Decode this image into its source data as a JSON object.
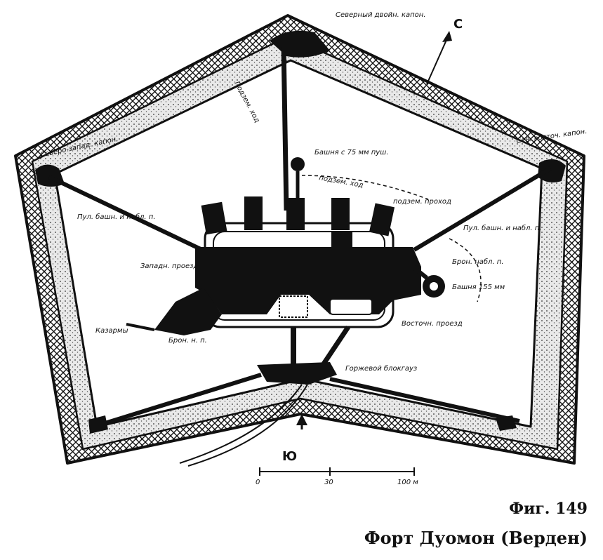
{
  "labels": {
    "north_capon": "Северный двойн. капон.",
    "north_arrow": "С",
    "nw_capon": "Северо-запад. капон.",
    "ne_capon": "Сев. восточ. капон.",
    "turret_75": "Башня с 75 мм пуш.",
    "underground_gallery": "Подзем. ход",
    "gallery_upper": "подзем. ход",
    "gallery_right": "подзем. проход",
    "obs_left": "Пул. башн. и набл. п.",
    "obs_right": "Пул. башн. и набл. п.",
    "armored_obs": "Брон. набл. п.",
    "turret_155": "Башня 155 мм",
    "west_passage": "Западн. проезд",
    "east_passage": "Восточн. проезд",
    "gorge_blockhouse": "Горжевой блокгауз",
    "left_small_1": "Казармы",
    "left_small_2": "Брон. н. п.",
    "south_arrow": "Ю",
    "scale_0": "0",
    "scale_30": "30",
    "scale_100": "100 м"
  },
  "caption": {
    "figure": "Фиг. 149",
    "title": "Форт Дуомон (Верден)"
  },
  "colors": {
    "ink": "#111111",
    "fill_light": "#dcdcdc",
    "background": "#ffffff"
  }
}
